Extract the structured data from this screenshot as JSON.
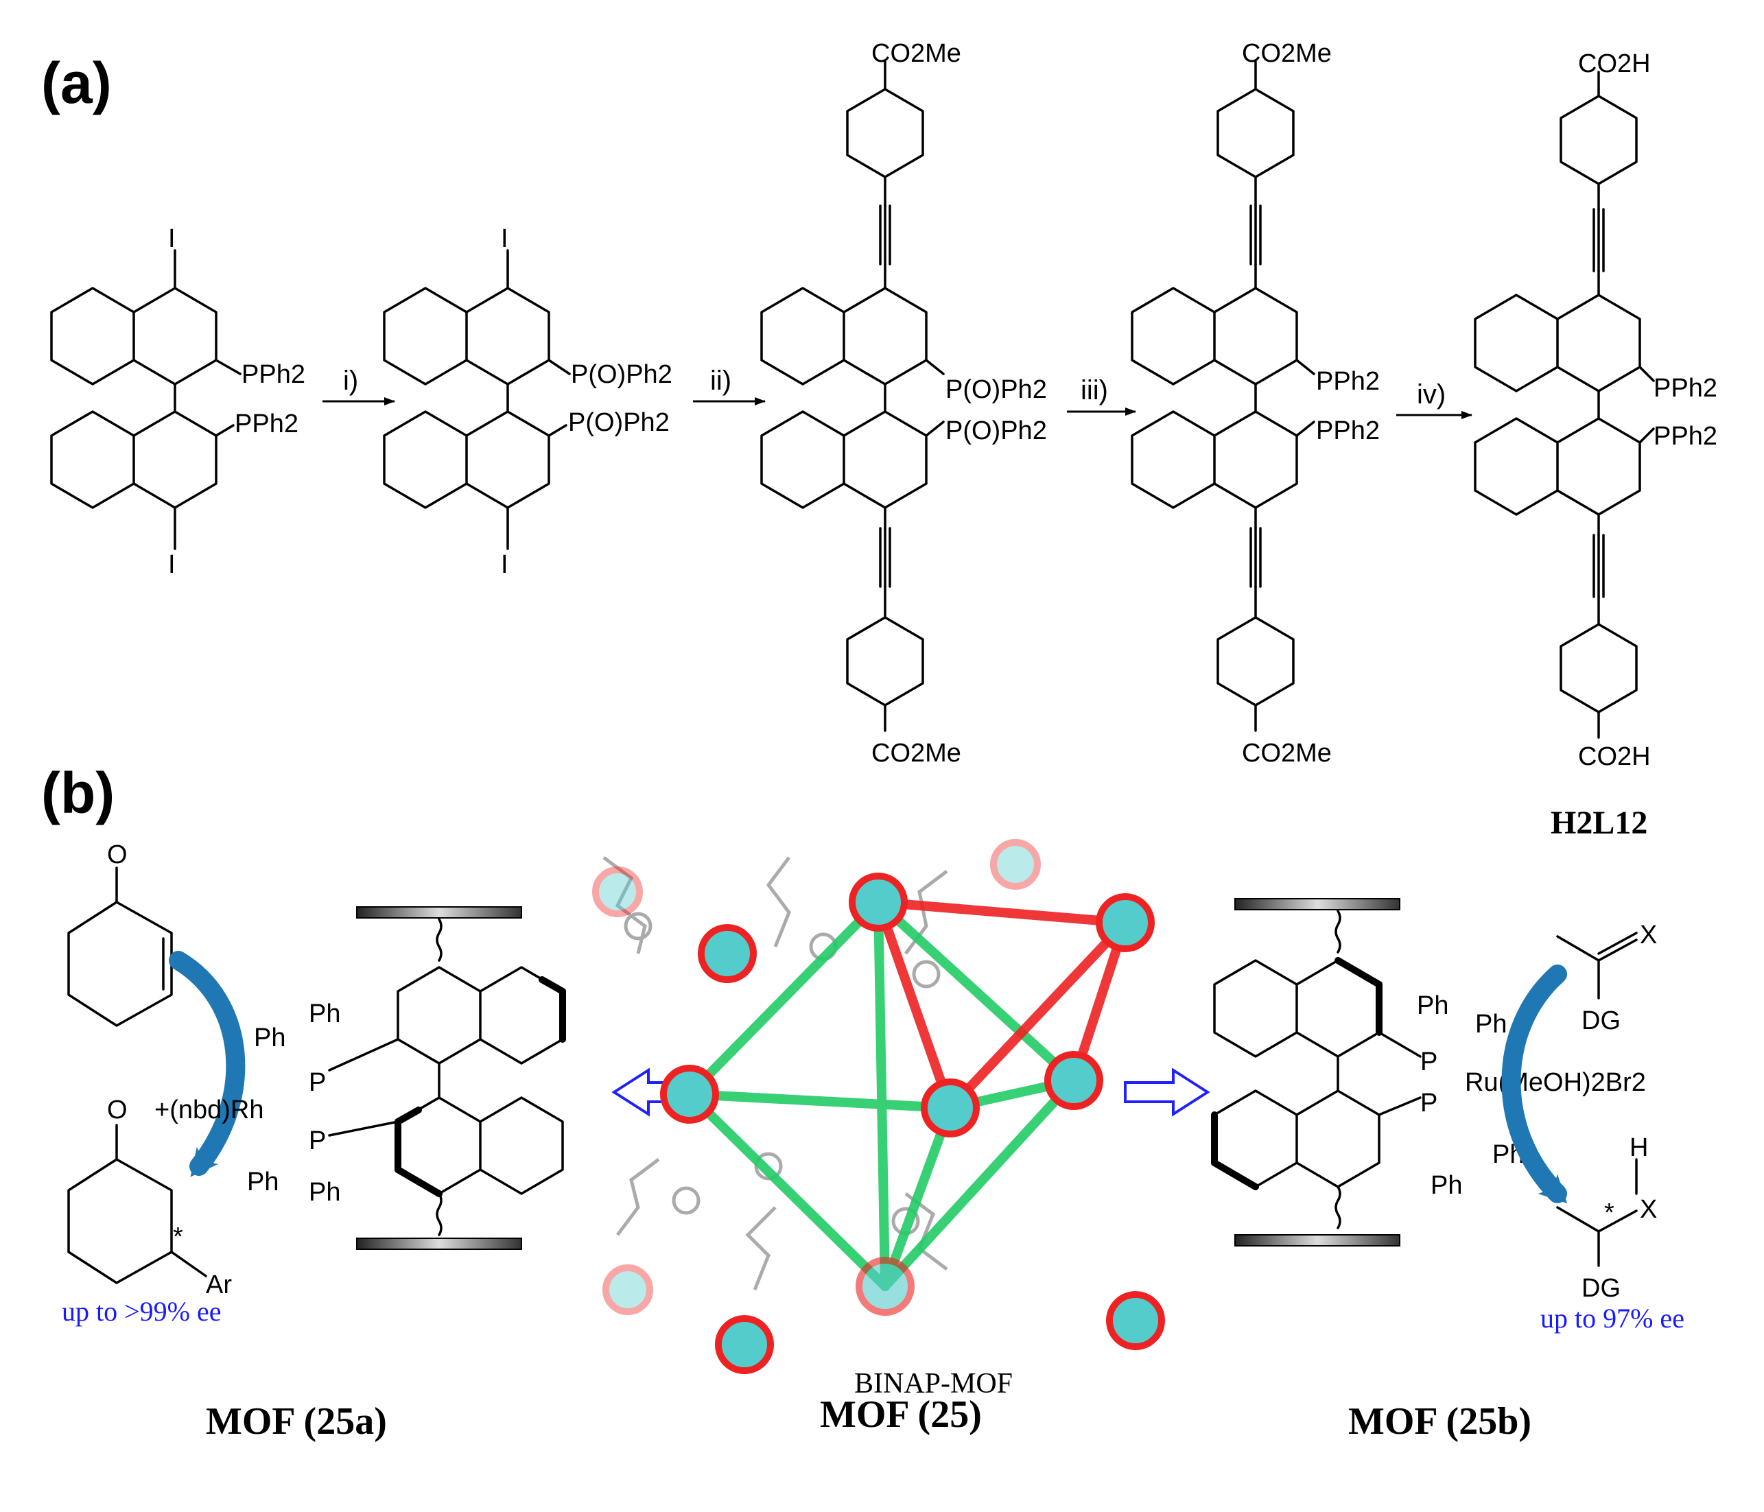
{
  "panel_a": {
    "label": "(a)",
    "steps": [
      "i)",
      "ii)",
      "iii)",
      "iv)"
    ],
    "substituents": {
      "iodo": "I",
      "pph2": "PPh2",
      "pooph2": "P(O)Ph2",
      "ester": "CO2Me",
      "acid": "CO2H"
    },
    "product_name": "H2L12"
  },
  "panel_b": {
    "label": "(b)",
    "left": {
      "oxygen": "O",
      "ph": "Ph",
      "p": "P",
      "rh_label": "+(nbd)Rh",
      "ar": "Ar",
      "stereo": "*",
      "ee": "up to >99% ee",
      "caption": "MOF (25a)"
    },
    "center": {
      "structure_label": "BINAP-MOF",
      "caption": "MOF (25)"
    },
    "right": {
      "x": "X",
      "h": "H",
      "dg": "DG",
      "ph": "Ph",
      "p": "P",
      "ru_label": "Ru(MeOH)2Br2",
      "stereo": "*",
      "ee": "up to 97% ee",
      "caption": "MOF (25b)"
    }
  },
  "colors": {
    "ee_text": "#1a1aff",
    "catalysis_arrow": "#1f78b4",
    "open_arrow": "#2020ff",
    "framework_green": "#22cc66",
    "framework_red": "#ee2222",
    "cluster_cyan": "#55cccc"
  }
}
